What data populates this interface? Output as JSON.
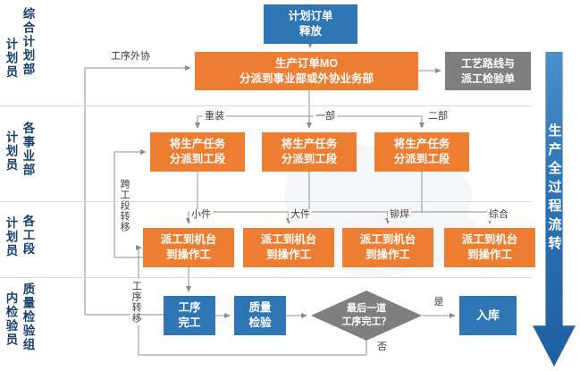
{
  "colors": {
    "blue": "#2E75B6",
    "orange": "#ED7D31",
    "gray": "#7F7F7F",
    "line": "#8C8C8C",
    "lane": "#17406B",
    "divider": "#D6D6D6"
  },
  "lanes": [
    {
      "dept": "综合计划部",
      "role": "计划员"
    },
    {
      "dept": "各事业部",
      "role": "计划员"
    },
    {
      "dept": "各工段",
      "role": "计划员"
    },
    {
      "dept": "质量检验组",
      "role": "内检验员"
    }
  ],
  "nodes": {
    "plan_release": {
      "line1": "计划订单",
      "line2": "释放"
    },
    "mo": {
      "line1": "生产订单MO",
      "line2": "分派到事业部或外协业务部"
    },
    "route_doc": {
      "line1": "工艺路线与",
      "line2": "派工检验单"
    },
    "assign_task": {
      "line1": "将生产任务",
      "line2": "分派到工段"
    },
    "dispatch": {
      "line1": "派工到机台",
      "line2": "到操作工"
    },
    "process_done": {
      "line1": "工序",
      "line2": "完工"
    },
    "quality_check": {
      "line1": "质量",
      "line2": "检验"
    },
    "last_process": {
      "line1": "最后一道",
      "line2": "工序完工？"
    },
    "warehouse": {
      "label": "入库"
    }
  },
  "edge_labels": {
    "outsourcing": "工序外协",
    "heavy": "重装",
    "dept1": "一部",
    "dept2": "二部",
    "small_parts": "小件",
    "large_parts": "大件",
    "riveting_welding": "铆焊",
    "general": "综合",
    "cross_section_transfer": "跨工段转移",
    "process_transfer": "工序转移",
    "yes": "是",
    "no": "否"
  },
  "side_arrow": {
    "text": "生产全过程流转"
  }
}
